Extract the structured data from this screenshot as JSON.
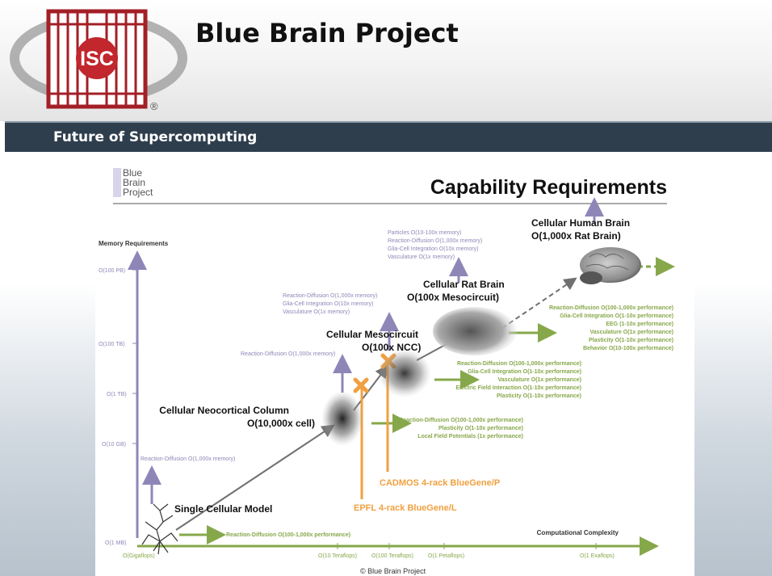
{
  "header": {
    "logo_text": "ISC",
    "registered_mark": "®",
    "title": "Blue Brain Project"
  },
  "band": {
    "text": "Future of Supercomputing"
  },
  "slide": {
    "bbp_logo": [
      "Blue",
      "Brain",
      "Project"
    ],
    "title": "Capability Requirements",
    "y_axis_title": "Memory Requirements",
    "x_axis_title": "Computational Complexity",
    "y_ticks": [
      "O(100 PB)",
      "O(100 TB)",
      "O(1 TB)",
      "O(10 GB)",
      "O(1 MB)"
    ],
    "x_ticks": [
      "O(Gigaflops)",
      "O(10 Teraflops)",
      "O(100 Teraflops)",
      "O(1 Petaflops)",
      "O(1 Exaflops)"
    ],
    "copyright": "© Blue Brain Project",
    "stages": [
      {
        "name": "Single Cellular Model",
        "sub": ""
      },
      {
        "name": "Cellular Neocortical Column",
        "sub": "O(10,000x cell)"
      },
      {
        "name": "Cellular Mesocircuit",
        "sub": "O(100x NCC)"
      },
      {
        "name": "Cellular Rat Brain",
        "sub": "O(100x Mesocircuit)"
      },
      {
        "name": "Cellular Human Brain",
        "sub": "O(1,000x Rat Brain)"
      }
    ],
    "memory_notes": {
      "single": [
        "Reaction-Diffusion O(1,000x memory)"
      ],
      "column": [
        "Reaction-Diffusion O(1,000x memory)"
      ],
      "meso": [
        "Reaction-Diffusion O(1,000x memory)",
        "Glia-Cell Integration O(10x memory)",
        "Vasculature O(1x memory)"
      ],
      "rat": [
        "Particles O(10-100x memory)",
        "Reaction-Diffusion O(1,000x memory)",
        "Glia-Cell Integration O(10x memory)",
        "Vasculature O(1x memory)"
      ]
    },
    "perf_notes": {
      "single": [
        "Reaction-Diffusion O(100-1,000x performance)"
      ],
      "column": [
        "Reaction-Diffusion O(100-1,000x performance)",
        "Plasticity O(1-10x performance)",
        "Local Field Potentials (1x performance)"
      ],
      "meso": [
        "Reaction-Diffusion O(100-1,000x performance)",
        "Glia-Cell Integration O(1-10x performance)",
        "Vasculature O(1x performance)",
        "Electric Field Interaction O(1-10x performance)",
        "Plasticity O(1-10x performance)"
      ],
      "rat": [
        "Reaction-Diffusion O(100-1,000x performance)",
        "Glia-Cell Integration O(1-10x performance)",
        "EEG (1-10x performance)",
        "Vasculature O(1x performance)",
        "Plasticity O(1-10x performance)",
        "Behavior O(10-100x performance)"
      ]
    },
    "machines": [
      "CADMOS 4-rack BlueGene/P",
      "EPFL 4-rack BlueGene/L"
    ],
    "colors": {
      "memory": "#8f86b8",
      "performance": "#86a84a",
      "machine": "#f0a040",
      "trend": "#707070",
      "band": "#2f3e4d",
      "logo_red": "#c1272d"
    }
  }
}
